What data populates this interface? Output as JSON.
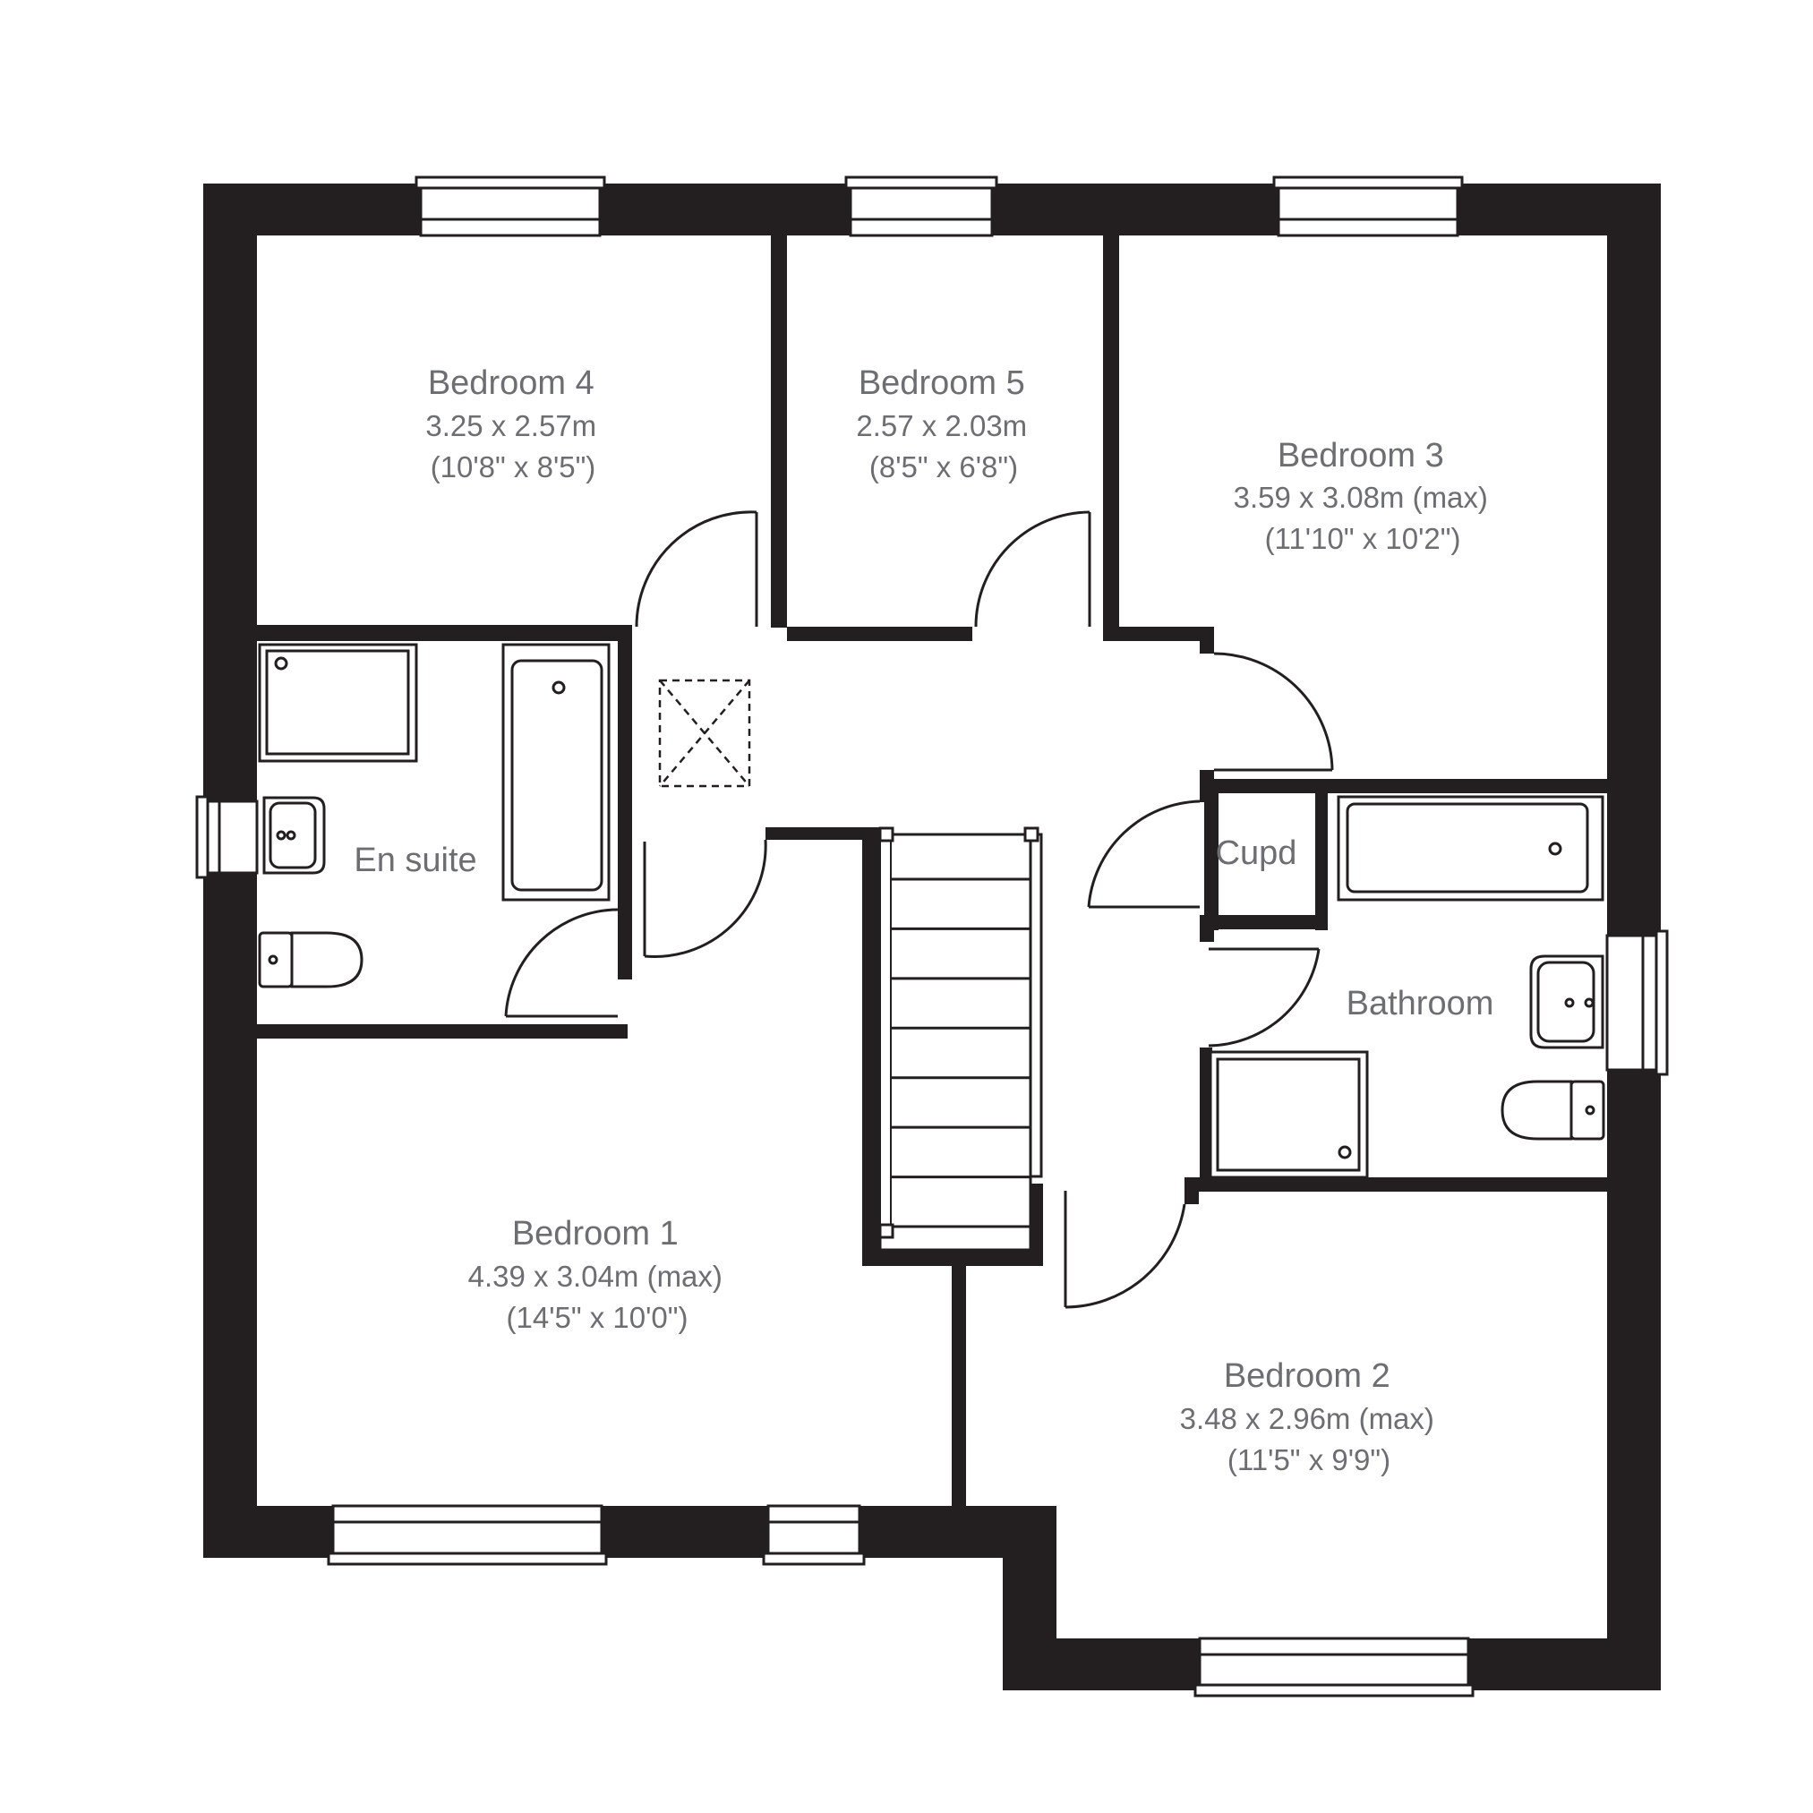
{
  "colors": {
    "wall": "#231f20",
    "label_text": "#6d6e71",
    "background": "#ffffff"
  },
  "rooms": {
    "bedroom4": {
      "name": "Bedroom 4",
      "dim_m": "3.25 x 2.57m",
      "dim_ft": "(10'8\" x 8'5\")"
    },
    "bedroom5": {
      "name": "Bedroom 5",
      "dim_m": "2.57 x 2.03m",
      "dim_ft": "(8'5\" x 6'8\")"
    },
    "bedroom3": {
      "name": "Bedroom 3",
      "dim_m": "3.59 x 3.08m (max)",
      "dim_ft": "(11'10\" x 10'2\")"
    },
    "ensuite": {
      "name": "En suite"
    },
    "cupd": {
      "name": "Cupd"
    },
    "bathroom": {
      "name": "Bathroom"
    },
    "bedroom1": {
      "name": "Bedroom 1",
      "dim_m": "4.39 x 3.04m (max)",
      "dim_ft": "(14'5\" x 10'0\")"
    },
    "bedroom2": {
      "name": "Bedroom 2",
      "dim_m": "3.48 x 2.96m (max)",
      "dim_ft": "(11'5\" x 9'9\")"
    }
  },
  "icons": {
    "loft_hatch": "loft-hatch-icon",
    "stairs": "staircase-icon",
    "bath": "bathtub-icon",
    "shower": "shower-tray-icon",
    "basin": "basin-icon",
    "toilet": "toilet-icon",
    "door": "door-swing-icon",
    "window": "window-icon"
  }
}
